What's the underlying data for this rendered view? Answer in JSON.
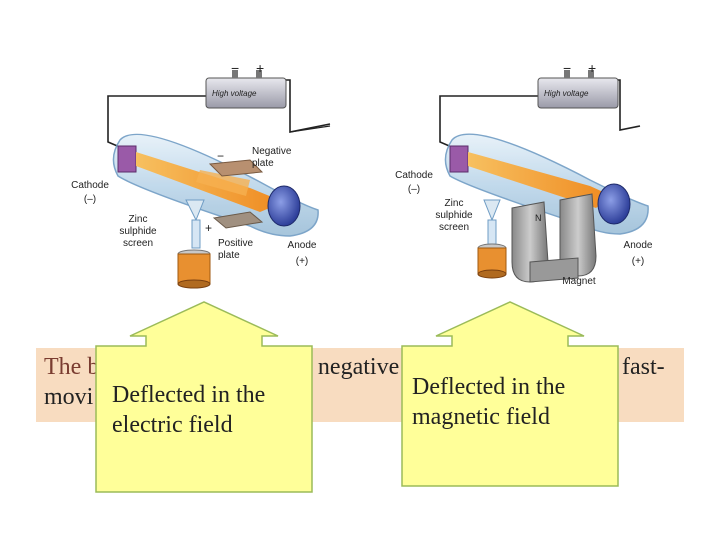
{
  "left_diagram": {
    "high_voltage": "High voltage",
    "minus": "−",
    "plus": "+",
    "cathode": "Cathode",
    "cathode_sign": "(–)",
    "negative_plate": "Negative\nplate",
    "zinc_screen": "Zinc\nsulphide\nscreen",
    "positive_plate": "Positive\nplate",
    "anode": "Anode",
    "anode_sign": "(+)",
    "plate_minus": "−",
    "plate_plus": "+"
  },
  "right_diagram": {
    "high_voltage": "High voltage",
    "minus": "−",
    "plus": "+",
    "cathode": "Cathode",
    "cathode_sign": "(–)",
    "zinc_screen": "Zinc\nsulphide\nscreen",
    "anode": "Anode",
    "anode_sign": "(+)",
    "magnet": "Magnet",
    "magnet_pole": "N"
  },
  "band": {
    "line1_visible_start": "The beam was composed of",
    "line1_word": "negative",
    "line1_end": "fast-",
    "line2_start": "movi"
  },
  "callouts": {
    "electric": "Deflected in the\nelectric field",
    "magnetic": "Deflected in the\nmagnetic field"
  },
  "colors": {
    "band": "#f8dcc0",
    "callout_fill": "#ffff99",
    "callout_stroke": "#9bbb59",
    "beam": "#f0a030",
    "tube": "#b8d4e8"
  }
}
